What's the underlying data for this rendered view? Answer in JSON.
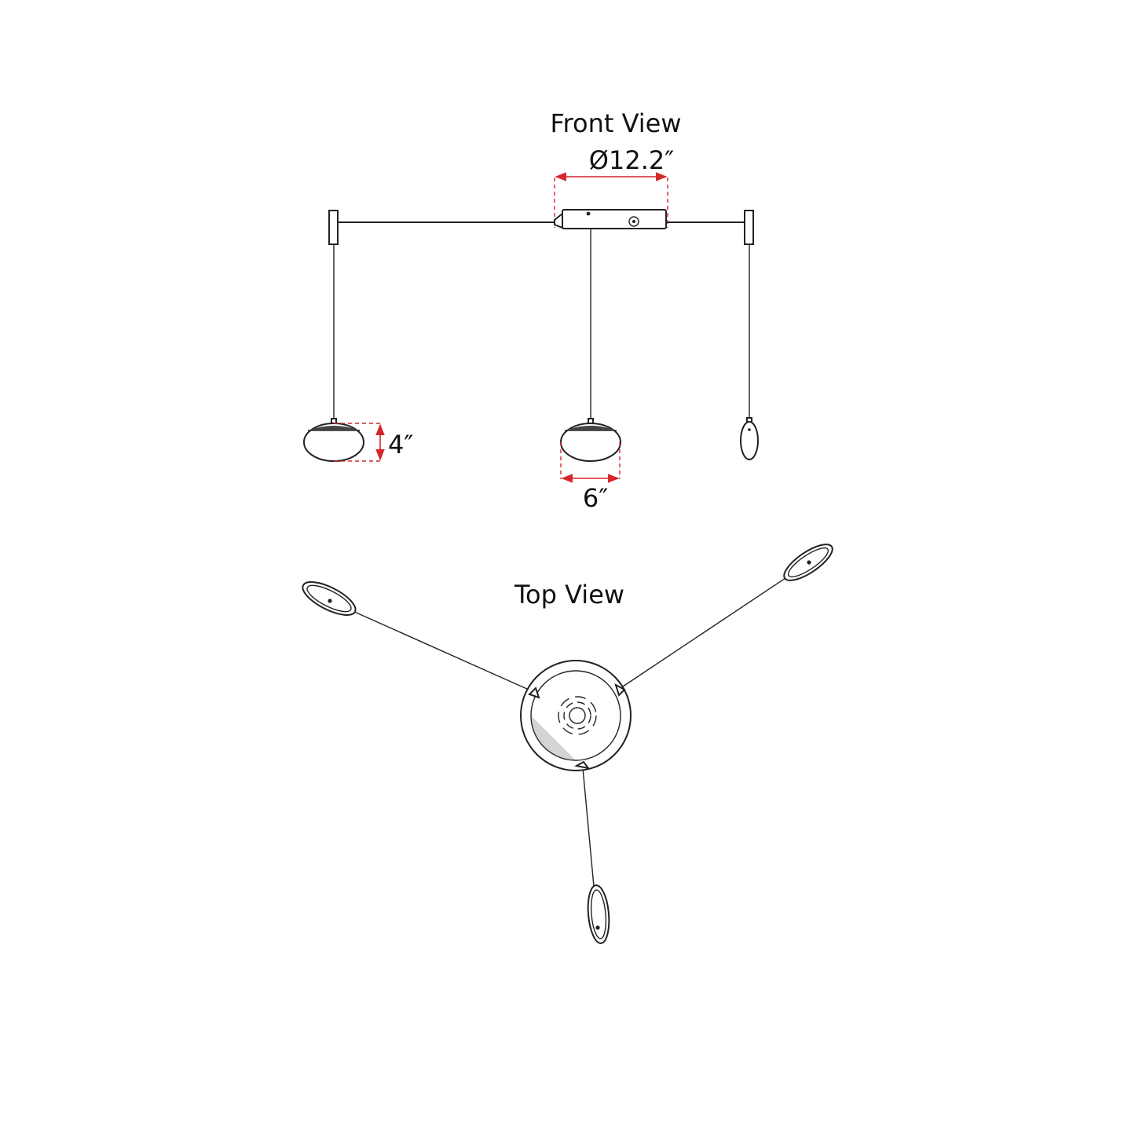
{
  "front_view": {
    "title": "Front View",
    "diameter_label": "Ø12.2″",
    "height_label": "4″",
    "width_label": "6″"
  },
  "top_view": {
    "title": "Top View"
  },
  "colors": {
    "line": "#222222",
    "dimension": "#d6262b",
    "background": "#ffffff"
  }
}
